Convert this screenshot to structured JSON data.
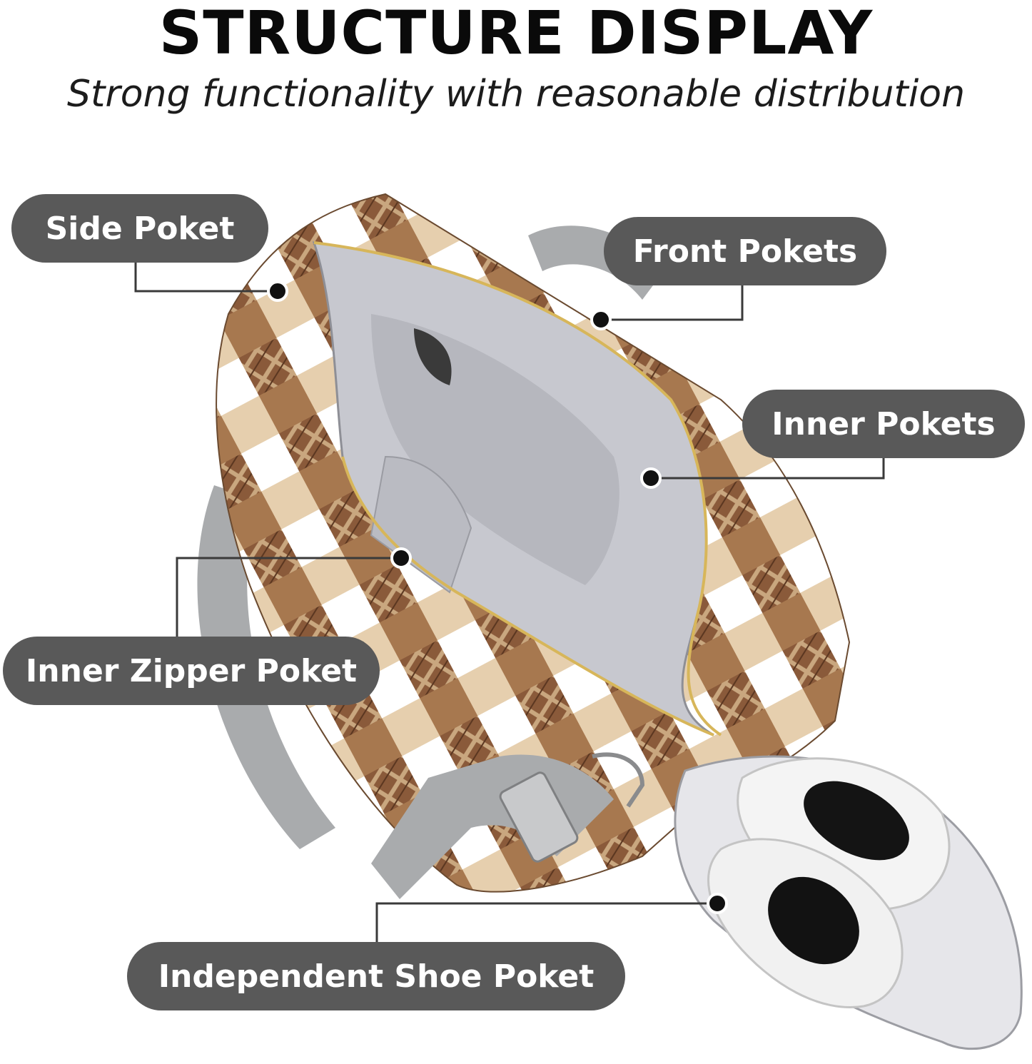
{
  "header": {
    "title": "STRUCTURE DISPLAY",
    "subtitle": "Strong functionality with reasonable distribution"
  },
  "callouts": [
    {
      "id": "side",
      "label": "Side Poket"
    },
    {
      "id": "front",
      "label": "Front Pokets"
    },
    {
      "id": "inner",
      "label": "Inner Pokets"
    },
    {
      "id": "inner-zipper",
      "label": "Inner Zipper Poket"
    },
    {
      "id": "shoe",
      "label": "Independent Shoe Poket"
    }
  ],
  "colors": {
    "label_bg": "#595959",
    "label_text": "#ffffff",
    "leader_line": "#3a3a3a",
    "bag_tan": "#d9bc96",
    "bag_brown": "#7a4a2a",
    "lining": "#c9c9cf",
    "strap": "#a9abad"
  }
}
